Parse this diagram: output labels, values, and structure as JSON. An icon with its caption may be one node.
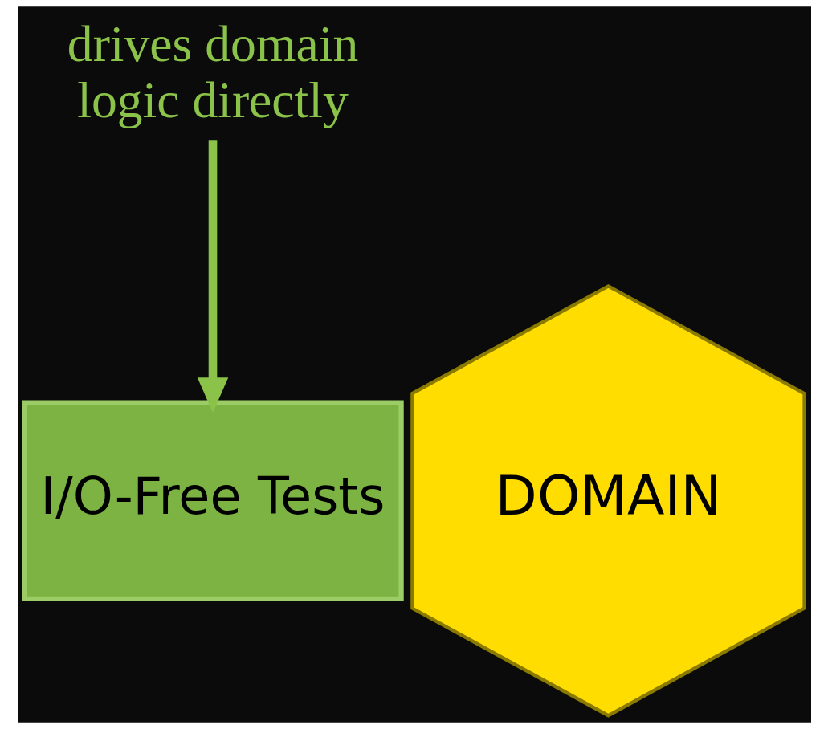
{
  "diagram": {
    "nodes": [
      {
        "text": [
          "I/O-Free Tests"
        ]
      },
      {
        "text": [
          "DOMAIN"
        ]
      },
      {
        "text": [
          "drives domain logic directly"
        ]
      }
    ],
    "edges": [
      {
        "from": 2,
        "to": 0,
        "arrow": "to",
        "color": "#8bc34a"
      }
    ]
  }
}
